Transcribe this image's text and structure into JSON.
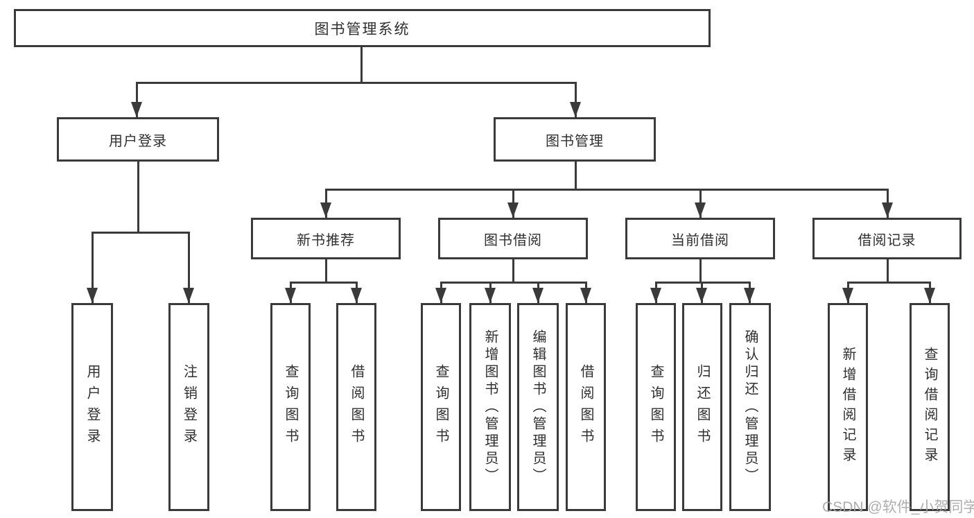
{
  "diagram": {
    "root": {
      "label": "图书管理系统"
    },
    "level2": {
      "user_login": {
        "label": "用户登录"
      },
      "book_mgmt": {
        "label": "图书管理"
      }
    },
    "level3": {
      "new_book_rec": {
        "label": "新书推荐"
      },
      "book_borrow": {
        "label": "图书借阅"
      },
      "current_borrow": {
        "label": "当前借阅"
      },
      "borrow_records": {
        "label": "借阅记录"
      }
    },
    "leaves": {
      "user_login": {
        "label": "用户登录"
      },
      "logout": {
        "label": "注销登录"
      },
      "rec_query_books": {
        "label": "查询图书"
      },
      "rec_borrow_books": {
        "label": "借阅图书"
      },
      "bb_query_books": {
        "label": "查询图书"
      },
      "bb_add_books": {
        "label": "新增图书（管理员）"
      },
      "bb_edit_books": {
        "label": "编辑图书（管理员）"
      },
      "bb_borrow_books": {
        "label": "借阅图书"
      },
      "cb_query_books": {
        "label": "查询图书"
      },
      "cb_return_books": {
        "label": "归还图书"
      },
      "cb_confirm_return": {
        "label": "确认归还（管理员）"
      },
      "br_add_record": {
        "label": "新增借阅记录"
      },
      "br_query_record": {
        "label": "查询借阅记录"
      }
    },
    "watermark": {
      "text": "CSDN @软件_小贺同学"
    },
    "colors": {
      "line": "#3a3a3a",
      "text": "#2f2f2f",
      "watermark": "#a6a6a6",
      "background": "#ffffff"
    }
  }
}
